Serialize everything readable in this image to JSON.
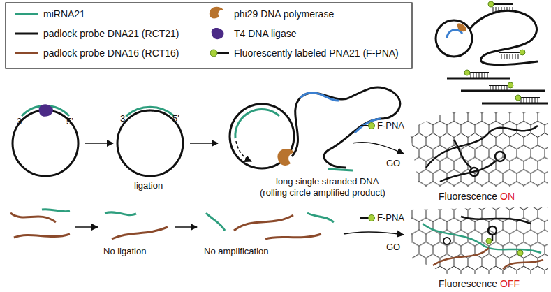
{
  "diagram": {
    "labels": [
      "3'",
      "5'",
      "3'",
      "5'",
      "ligation",
      "long single stranded DNA",
      "(rolling circle amplified product)",
      "F-PNA",
      "GO",
      "Fluorescence",
      "ON",
      "No ligation",
      "No amplification",
      "F-PNA",
      "GO",
      "Fluorescence",
      "OFF"
    ],
    "legend": [
      {
        "text": "miRNA21"
      },
      {
        "text": "phi29 DNA polymerase"
      },
      {
        "text": "padlock probe DNA21 (RCT21)"
      },
      {
        "text": "T4 DNA ligase"
      },
      {
        "text": "padlock probe DNA16 (RCT16)"
      },
      {
        "text": "Fluorescently labeled PNA21 (F-PNA)"
      }
    ]
  }
}
